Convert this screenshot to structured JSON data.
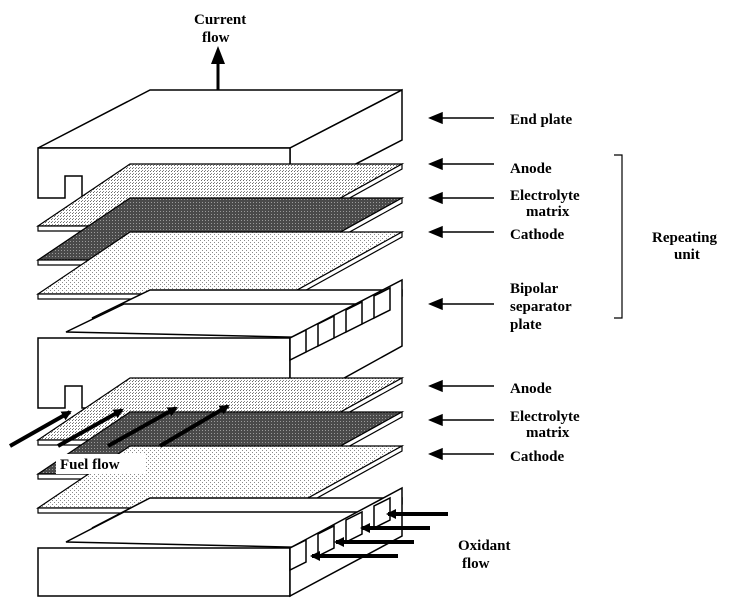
{
  "labels": {
    "current_flow_line1": "Current",
    "current_flow_line2": "flow",
    "end_plate": "End plate",
    "anode_top": "Anode",
    "electrolyte_top_line1": "Electrolyte",
    "electrolyte_top_line2": "matrix",
    "cathode_top": "Cathode",
    "bipolar_line1": "Bipolar",
    "bipolar_line2": "separator",
    "bipolar_line3": "plate",
    "repeating_line1": "Repeating",
    "repeating_line2": "unit",
    "anode_bottom": "Anode",
    "electrolyte_bottom_line1": "Electrolyte",
    "electrolyte_bottom_line2": "matrix",
    "cathode_bottom": "Cathode",
    "fuel_flow": "Fuel flow",
    "oxidant_line1": "Oxidant",
    "oxidant_line2": "flow"
  },
  "colors": {
    "line": "#000000",
    "background": "#ffffff",
    "light_dots": "#9a9a9a",
    "dark_fill": "#555555"
  }
}
